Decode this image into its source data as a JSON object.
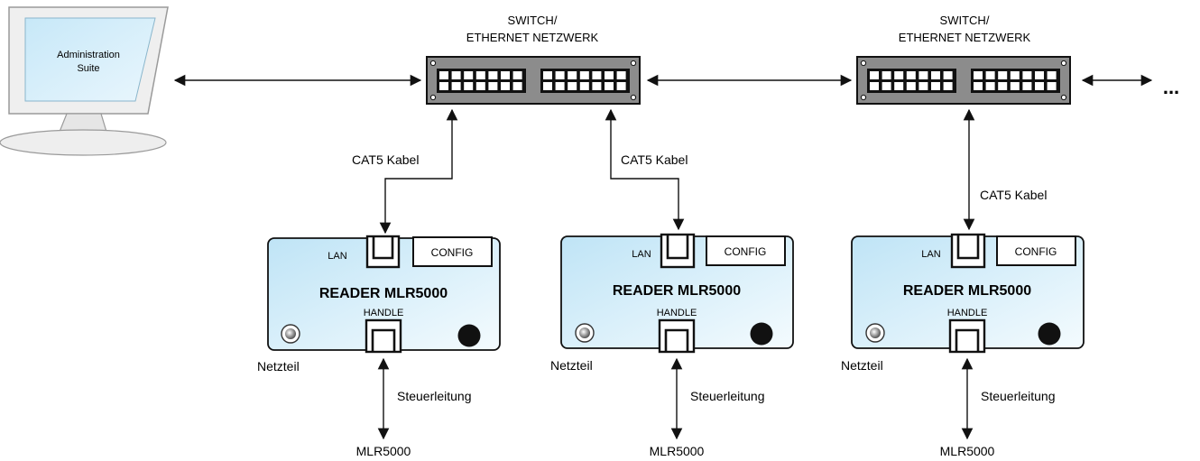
{
  "computer": {
    "screen_lines": [
      "Administration",
      "Suite"
    ]
  },
  "switches": [
    {
      "title_lines": [
        "SWITCH/",
        "ETHERNET NETZWERK"
      ]
    },
    {
      "title_lines": [
        "SWITCH/",
        "ETHERNET NETZWERK"
      ]
    }
  ],
  "continuation": "...",
  "readers": [
    {
      "title": "READER MLR5000",
      "lan_label": "LAN",
      "config_label": "CONFIG",
      "handle_label": "HANDLE",
      "power_label": "Netzteil",
      "cable_label": "CAT5 Kabel",
      "control_label": "Steuerleitung",
      "device_label": "MLR5000"
    },
    {
      "title": "READER MLR5000",
      "lan_label": "LAN",
      "config_label": "CONFIG",
      "handle_label": "HANDLE",
      "power_label": "Netzteil",
      "cable_label": "CAT5 Kabel",
      "control_label": "Steuerleitung",
      "device_label": "MLR5000"
    },
    {
      "title": "READER MLR5000",
      "lan_label": "LAN",
      "config_label": "CONFIG",
      "handle_label": "HANDLE",
      "power_label": "Netzteil",
      "cable_label": "CAT5 Kabel",
      "control_label": "Steuerleitung",
      "device_label": "MLR5000"
    }
  ],
  "colors": {
    "screen_fill": "#bfe3f7",
    "reader_fill": "#cde9f6",
    "switch_fill": "#8c8c8c",
    "line": "#111111"
  }
}
